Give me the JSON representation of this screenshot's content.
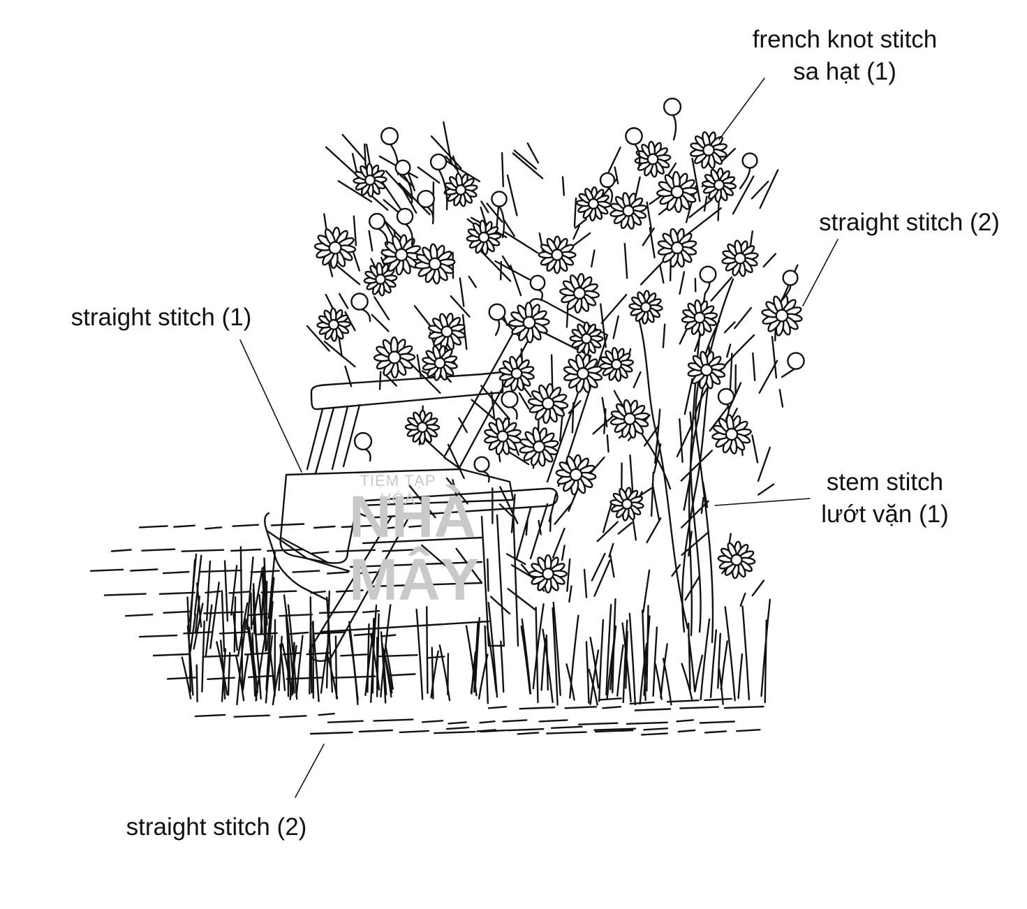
{
  "diagram": {
    "labels": {
      "french_knot_line1": "french knot stitch",
      "french_knot_line2": "sa hạt (1)",
      "straight_stitch_2_right": "straight stitch (2)",
      "straight_stitch_1": "straight stitch (1)",
      "stem_stitch_line1": "stem stitch",
      "stem_stitch_line2": "lướt vặn (1)",
      "straight_stitch_2_bottom": "straight stitch (2)"
    },
    "watermark": {
      "top": "TIỆM TẠP HÓA",
      "middle": "NHÀ",
      "bottom": "MÂY"
    },
    "colors": {
      "ink": "#111111",
      "background": "#ffffff",
      "watermark": "#c9c9c9"
    }
  }
}
